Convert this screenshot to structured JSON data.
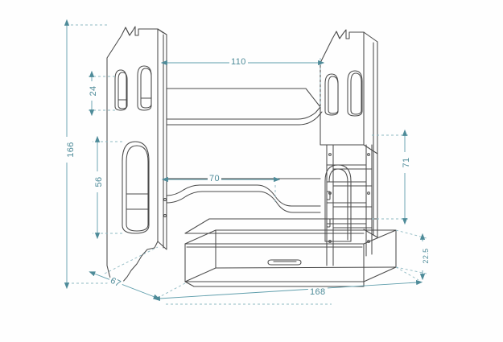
{
  "drawing": {
    "title": "Bunk bed dimensioned technical drawing",
    "units": "cm",
    "line_color": "#4a4a4a",
    "dimension_color": "#4e8b99",
    "background_color": "#fefefe"
  },
  "dimensions": {
    "total_height": "166",
    "window_height": "24",
    "lower_panel_height": "56",
    "upper_bed_width": "110",
    "lower_bed_width": "70",
    "ladder_height": "71",
    "depth": "67",
    "overall_length": "168",
    "drawer_height": "22.5"
  },
  "parts": {
    "left_headboard": "house-shaped-headboard-left",
    "right_headboard": "house-shaped-headboard-right",
    "ladder": "ladder",
    "drawer": "pull-out-drawer",
    "drawer_handle": "drawer-handle",
    "upper_bunk": "upper-bunk",
    "lower_bunk": "lower-bunk"
  }
}
